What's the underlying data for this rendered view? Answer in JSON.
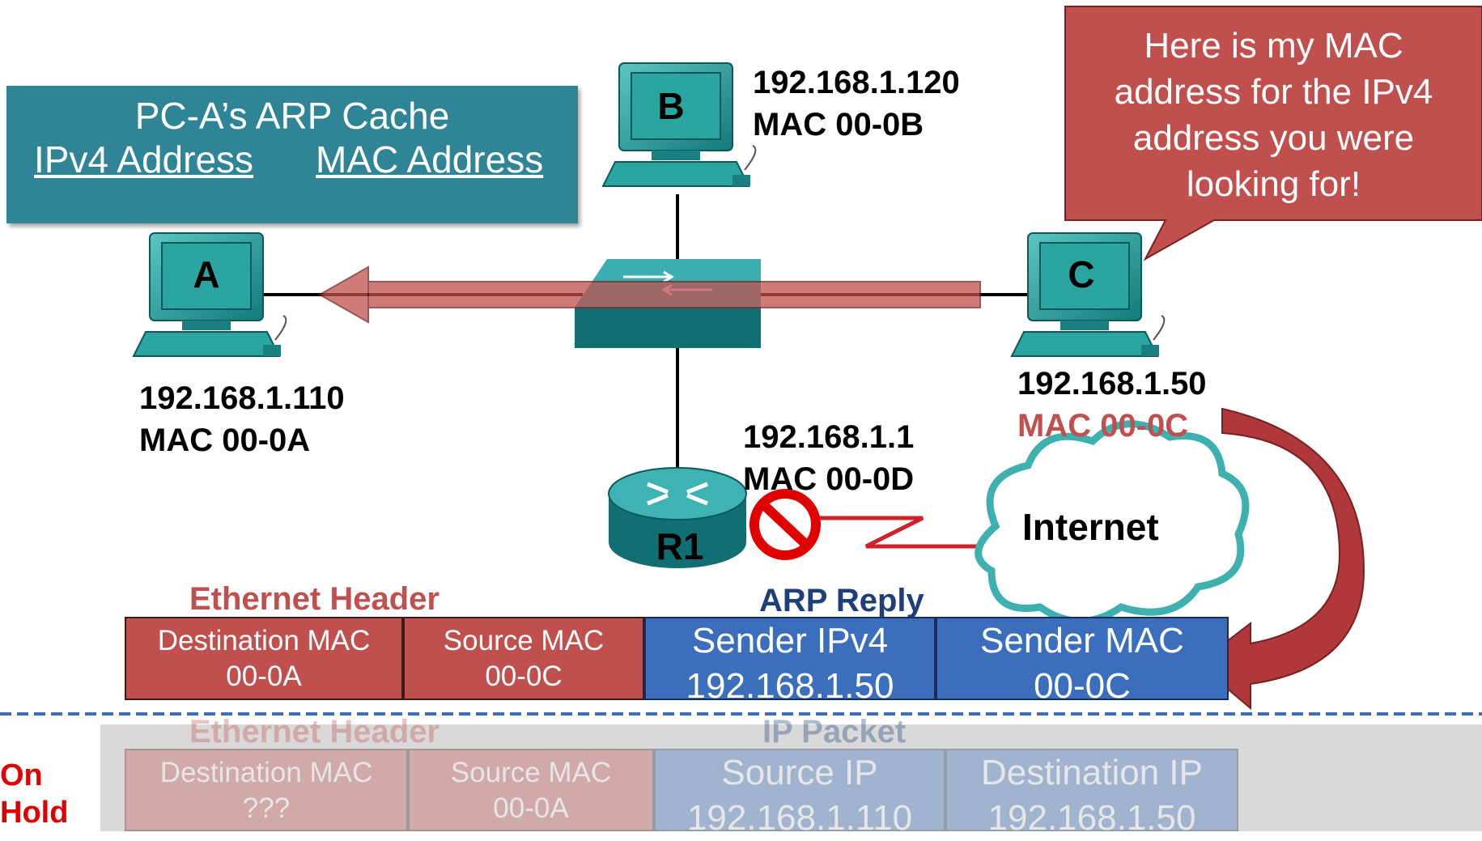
{
  "cache": {
    "title": "PC-A’s ARP Cache",
    "col_ip": "IPv4 Address",
    "col_mac": "MAC Address"
  },
  "callout": {
    "line1": "Here is my MAC",
    "line2": "address for the IPv4",
    "line3": "address you were",
    "line4": "looking for!"
  },
  "pc_a": {
    "letter": "A",
    "ip": "192.168.1.110",
    "mac": "MAC 00-0A"
  },
  "pc_b": {
    "letter": "B",
    "ip": "192.168.1.120",
    "mac": "MAC 00-0B"
  },
  "pc_c": {
    "letter": "C",
    "ip": "192.168.1.50",
    "mac": "MAC 00-0C"
  },
  "router": {
    "name": "R1",
    "ip": "192.168.1.1",
    "mac": "MAC 00-0D"
  },
  "cloud": {
    "label": "Internet"
  },
  "reply_frame": {
    "eth_label": "Ethernet Header",
    "arp_label": "ARP Reply",
    "cells": [
      {
        "l1": "Destination MAC",
        "l2": "00-0A"
      },
      {
        "l1": "Source MAC",
        "l2": "00-0C"
      },
      {
        "l1": "Sender IPv4",
        "l2": "192.168.1.50"
      },
      {
        "l1": "Sender MAC",
        "l2": "00-0C"
      }
    ]
  },
  "held_frame": {
    "status_line1": "On",
    "status_line2": "Hold",
    "eth_label": "Ethernet Header",
    "ip_label": "IP Packet",
    "cells": [
      {
        "l1": "Destination MAC",
        "l2": "???"
      },
      {
        "l1": "Source MAC",
        "l2": "00-0A"
      },
      {
        "l1": "Source IP",
        "l2": "192.168.1.110"
      },
      {
        "l1": "Destination IP",
        "l2": "192.168.1.50"
      }
    ]
  },
  "colors": {
    "cache_bg": "#2f8596",
    "callout_bg": "#c0504d",
    "eth_red": "#c0504d",
    "arp_blue": "#3b6fbe",
    "header_red_text": "#c0504d",
    "header_blue_text": "#1f3f7a",
    "hold_red": "#e00000",
    "device_teal": "#1e8a8a"
  }
}
